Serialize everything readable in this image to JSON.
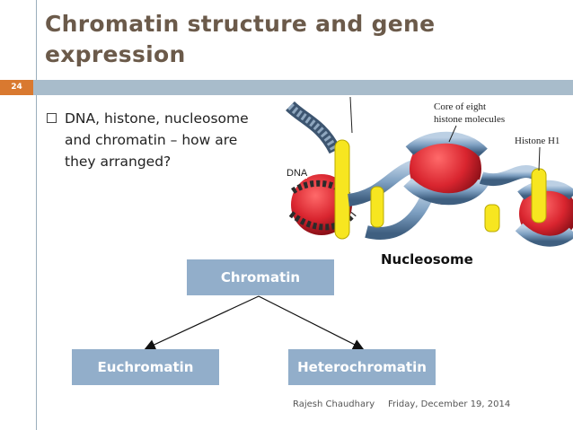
{
  "slide": {
    "title": "Chromatin structure and gene expression",
    "number": "24"
  },
  "bullet": {
    "text": "DNA, histone, nucleosome and chromatin – how are they arranged?"
  },
  "figure": {
    "labels": {
      "core": "Core of eight histone molecules",
      "core_line1": "Core of eight",
      "core_line2": "histone molecules",
      "histone_h1": "Histone H1",
      "dna": "DNA"
    },
    "caption": "Nucleosome"
  },
  "diagram": {
    "root": "Chromatin",
    "left": "Euchromatin",
    "right": "Heterochromatin"
  },
  "footer": {
    "author": "Rajesh Chaudhary",
    "date": "Friday, December 19, 2014"
  },
  "colors": {
    "title": "#6b5a4a",
    "bar": "#a8bccb",
    "slide_number_bg": "#d97930",
    "box": "#92aeca",
    "histone": "#d9252f",
    "linker": "#f7e620",
    "dna_tube": "#7d9fc1"
  }
}
